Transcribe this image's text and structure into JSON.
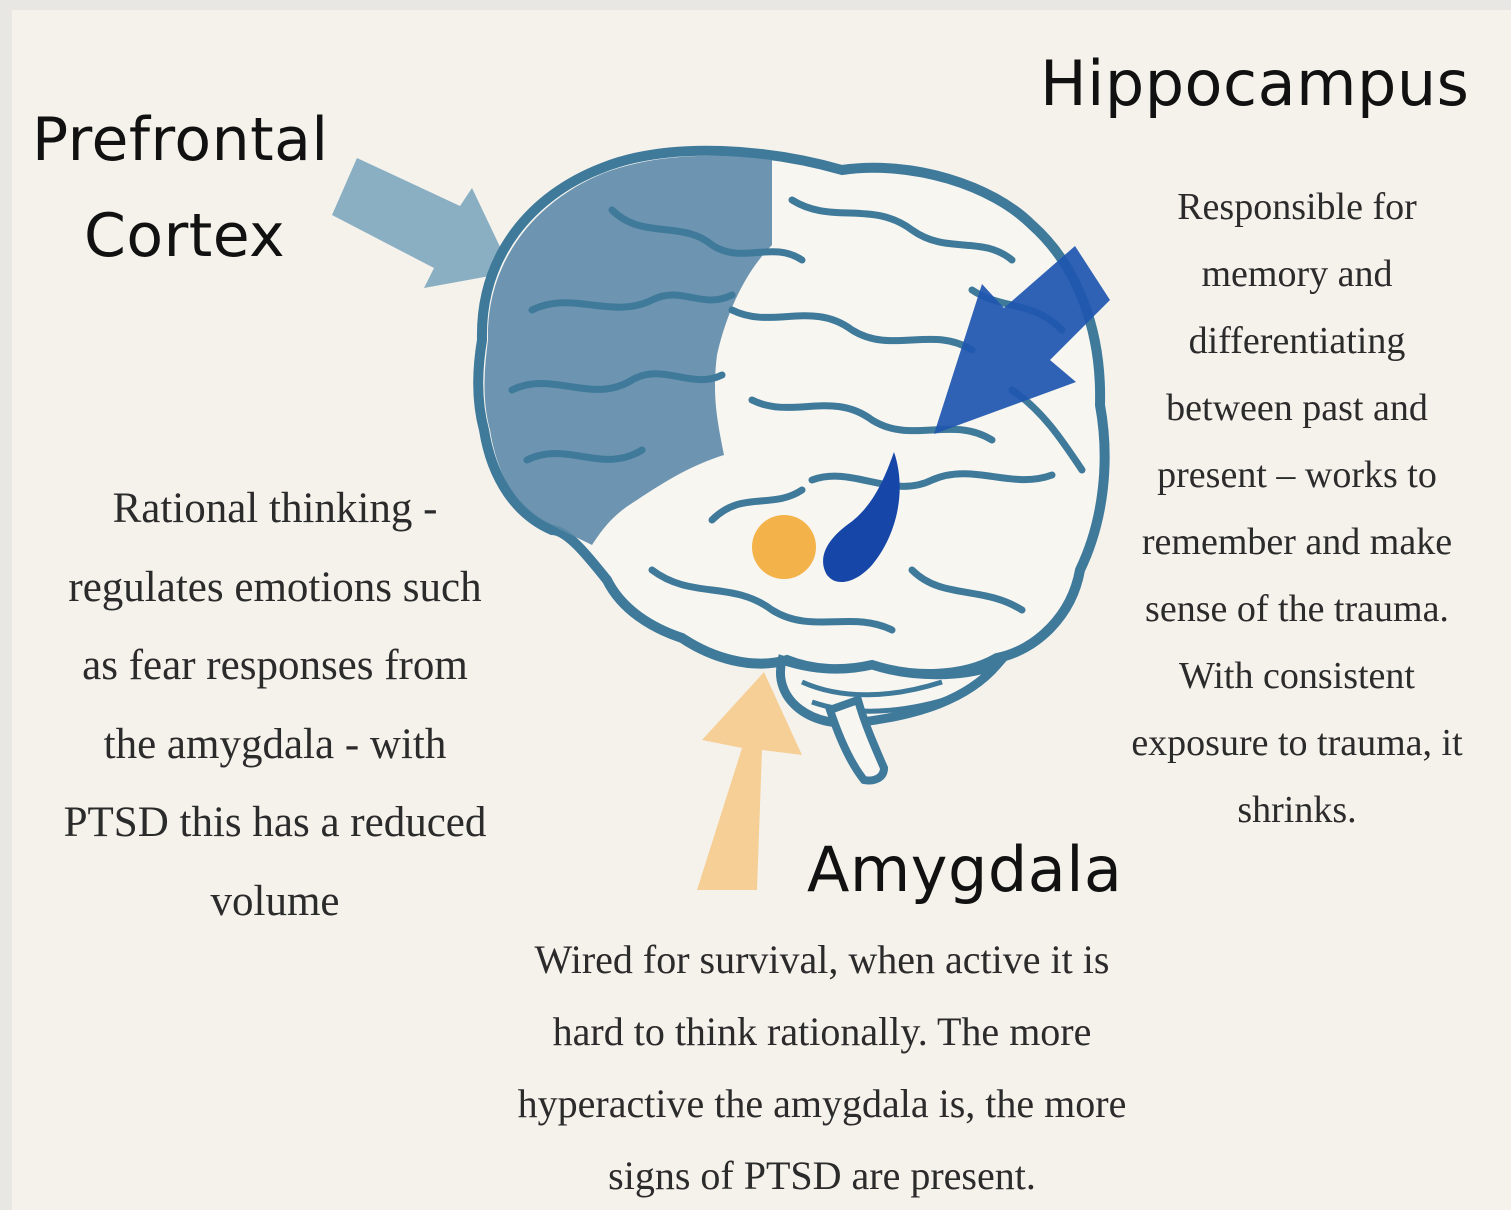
{
  "labels": {
    "prefrontal": [
      "Prefrontal",
      "Cortex"
    ],
    "hippocampus": "Hippocampus",
    "amygdala": "Amygdala"
  },
  "descriptions": {
    "prefrontal": [
      "Rational thinking -",
      "regulates emotions such",
      "as fear responses from",
      "the amygdala - with",
      "PTSD this has a reduced",
      "volume"
    ],
    "hippocampus": [
      "Responsible for",
      "memory and",
      "differentiating",
      "between past and",
      "present – works to",
      "remember and make",
      "sense of the trauma.",
      "With consistent",
      "exposure to trauma, it",
      "shrinks."
    ],
    "amygdala": [
      "Wired for survival, when active it is",
      "hard to think rationally. The more",
      "hyperactive the amygdala is, the more",
      "signs of PTSD are present."
    ]
  },
  "colors": {
    "background": "#f5f2ec",
    "brain_outline": "#3f7a9a",
    "prefrontal_fill": "#5d8aa8",
    "prefrontal_arrow": "#7ea7bf",
    "hippocampus_arrow": "#1f56b0",
    "hippocampus_region": "#1546a8",
    "amygdala_dot": "#f4b24a",
    "amygdala_arrow": "#f6cf96"
  }
}
